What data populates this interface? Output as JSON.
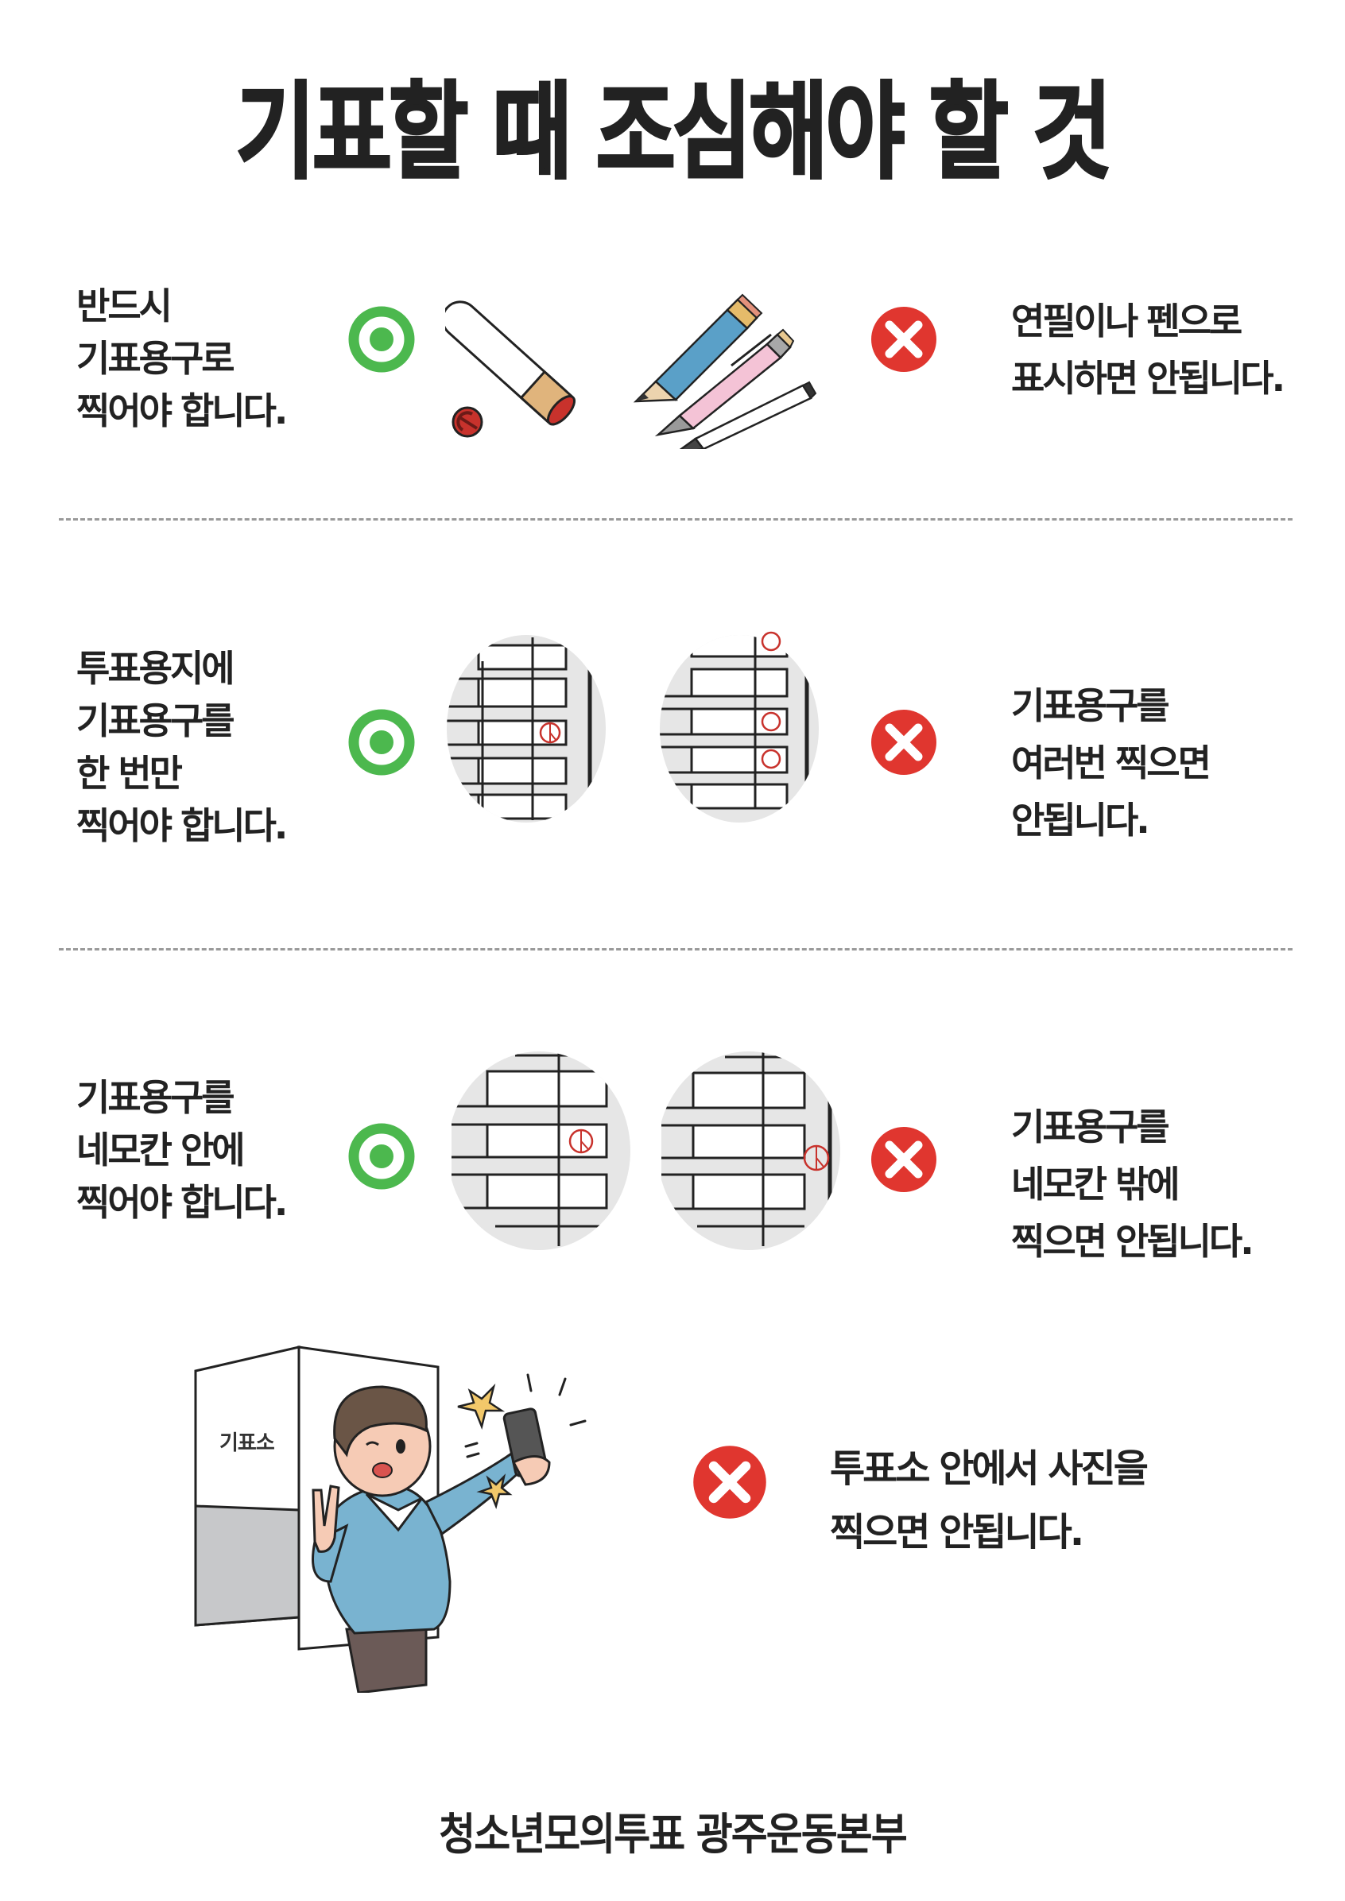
{
  "title": "기표할 때 조심해야 할 것",
  "colors": {
    "ok_green": "#4cb84e",
    "no_red": "#e0362f",
    "stamp_red": "#c8322c",
    "text": "#222222",
    "divider": "#9a9a9a",
    "ballot_shade": "#e6e6e6",
    "pencil_blue": "#5aa0c8",
    "pen_pink": "#f4c3d6",
    "sweater_blue": "#79b3d0",
    "booth_gray": "#c7c8ca",
    "sparkle_yellow": "#f2c86a"
  },
  "rules": [
    {
      "do_text": "반드시\n기표용구로\n찍어야 합니다.",
      "do_illustration": "stamp-tool",
      "dont_illustration": "pencil-and-pens",
      "dont_text": "연필이나 펜으로\n표시하면 안됩니다."
    },
    {
      "do_text": "투표용지에\n기표용구를\n한 번만\n찍어야 합니다.",
      "do_illustration": "ballot-single-stamp",
      "dont_illustration": "ballot-multiple-stamps",
      "dont_text": "기표용구를\n여러번 찍으면\n안됩니다."
    },
    {
      "do_text": "기표용구를\n네모칸 안에\n찍어야 합니다.",
      "do_illustration": "ballot-stamp-inside-box",
      "dont_illustration": "ballot-stamp-outside-box",
      "dont_text": "기표용구를\n네모칸 밖에\n찍으면 안됩니다."
    }
  ],
  "photo_rule": {
    "booth_label": "기표소",
    "illustration": "selfie-in-voting-booth",
    "dont_text": "투표소 안에서 사진을\n찍으면 안됩니다."
  },
  "icons": {
    "ok": "green-circle-icon",
    "no": "red-x-icon"
  },
  "footer": "청소년모의투표 광주운동본부"
}
